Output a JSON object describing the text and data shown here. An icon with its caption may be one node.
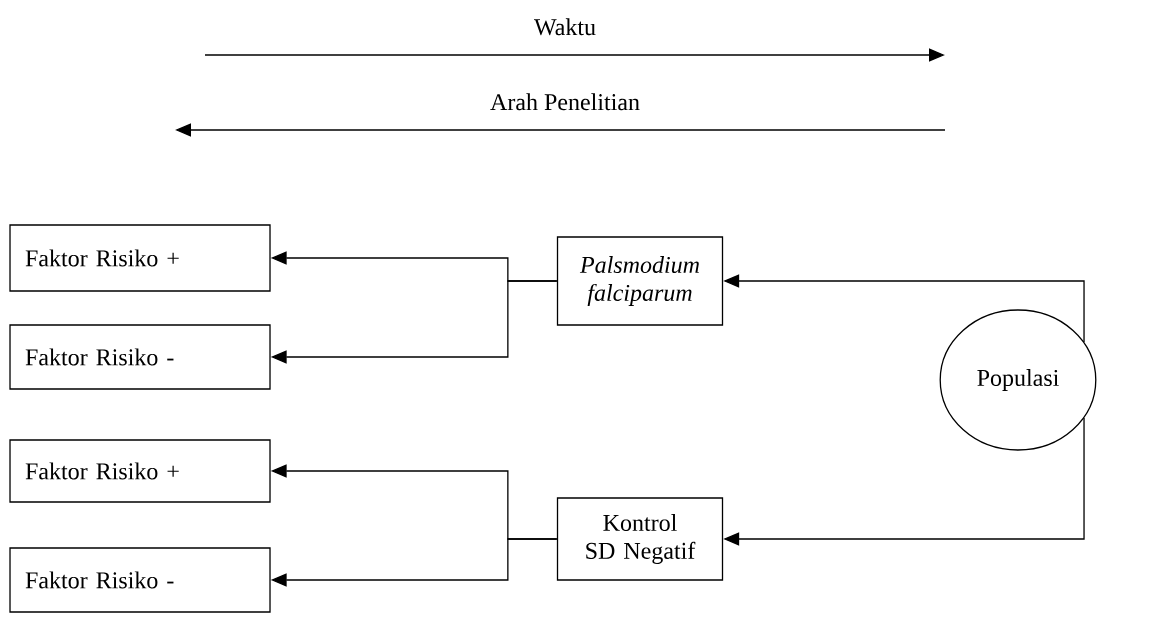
{
  "diagram": {
    "nodes": [
      {
        "text": [
          "Populasi"
        ]
      },
      {
        "text": [
          "Palsmodium falciparum"
        ]
      },
      {
        "text": [
          "Kontrol SD Negatif"
        ]
      },
      {
        "text": [
          "Faktor Risiko +"
        ]
      },
      {
        "text": [
          "Faktor Risiko -"
        ]
      },
      {
        "text": [
          "Faktor Risiko +"
        ]
      },
      {
        "text": [
          "Faktor Risiko -"
        ]
      }
    ],
    "edges": [
      {
        "from": 0,
        "to": 1,
        "arrow": "to"
      },
      {
        "from": 0,
        "to": 2,
        "arrow": "to"
      },
      {
        "from": 1,
        "to": 3,
        "arrow": "to"
      },
      {
        "from": 1,
        "to": 4,
        "arrow": "to"
      },
      {
        "from": 2,
        "to": 5,
        "arrow": "to"
      },
      {
        "from": 2,
        "to": 6,
        "arrow": "to"
      }
    ],
    "labels": [
      "Waktu",
      "Arah Penelitian"
    ]
  }
}
